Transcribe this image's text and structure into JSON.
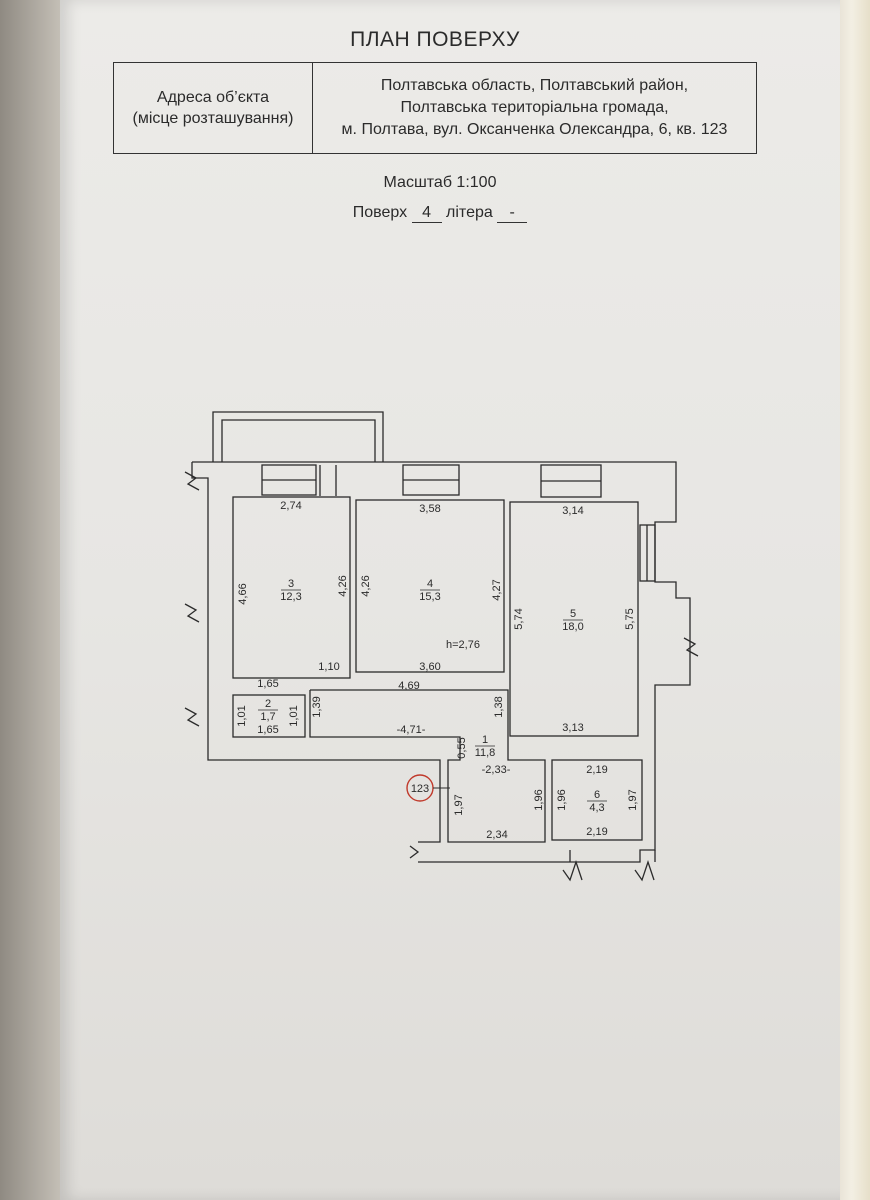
{
  "title": "ПЛАН ПОВЕРХУ",
  "address": {
    "label_line1": "Адреса об’єкта",
    "label_line2": "(місце розташування)",
    "value_line1": "Полтавська область, Полтавський район,",
    "value_line2": "Полтавська територіальна громада,",
    "value_line3": "м. Полтава, вул. Оксанченка Олександра, 6, кв. 123"
  },
  "scale": "Масштаб 1:100",
  "floor": {
    "floor_label": "Поверх",
    "floor_value": "4",
    "litera_label": "літера",
    "litera_value": "-"
  },
  "plan": {
    "apartment_number": "123",
    "ceiling_height": "h=2,76",
    "rooms": {
      "r1": {
        "num": "1",
        "area": "11,8"
      },
      "r2": {
        "num": "2",
        "area": "1,7"
      },
      "r3": {
        "num": "3",
        "area": "12,3"
      },
      "r4": {
        "num": "4",
        "area": "15,3"
      },
      "r5": {
        "num": "5",
        "area": "18,0"
      },
      "r6": {
        "num": "6",
        "area": "4,3"
      }
    },
    "dimensions": {
      "d_274": "2,74",
      "d_358": "3,58",
      "d_314": "3,14",
      "d_466": "4,66",
      "d_426a": "4,26",
      "d_426b": "4,26",
      "d_427": "4,27",
      "d_574": "5,74",
      "d_575": "5,75",
      "d_165a": "1,65",
      "d_110": "1,10",
      "d_360": "3,60",
      "d_469": "4,69",
      "d_139": "1,39",
      "d_138": "1,38",
      "d_313": "3,13",
      "d_101a": "1,01",
      "d_101b": "1,01",
      "d_165b": "1,65",
      "d_471": "-4,71-",
      "d_055": "0,55",
      "d_233": "-2,33-",
      "d_197a": "1,97",
      "d_196a": "1,96",
      "d_234": "2,34",
      "d_219a": "2,19",
      "d_196b": "1,96",
      "d_197b": "1,97",
      "d_219b": "2,19"
    }
  }
}
